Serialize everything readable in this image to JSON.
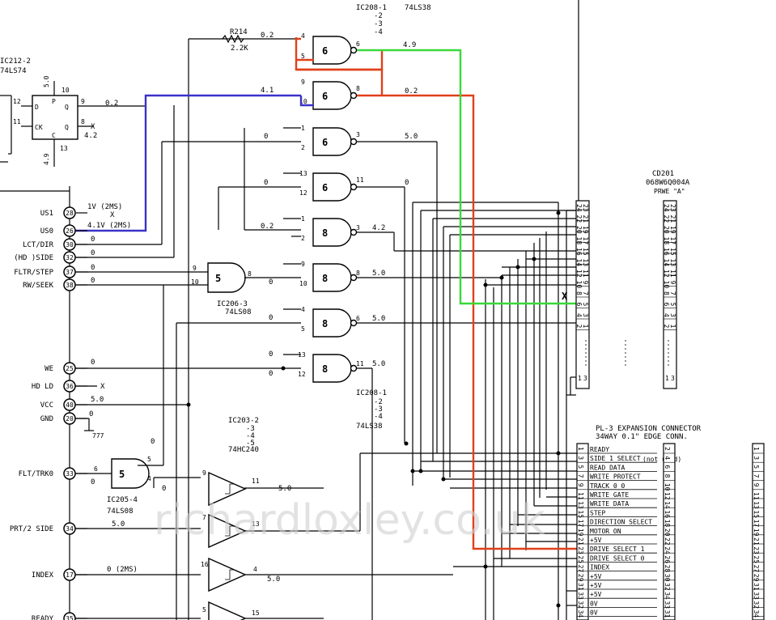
{
  "chips": {
    "ic208_top": "IC208-1",
    "ic208_top_sub": [
      "-2",
      "-3",
      "-4"
    ],
    "ic208_top_type": "74LS38",
    "ic212": "IC212-2",
    "ic212_type": "74LS74",
    "ic206_3": "IC206-3",
    "ic206_3_type": "74LS08",
    "ic208_bot": "IC208-1",
    "ic208_bot_sub": [
      "-2",
      "-3",
      "-4"
    ],
    "ic208_bot_type": "74LS38",
    "ic203": "IC203-2",
    "ic203_sub": [
      "-3",
      "-4",
      "-5"
    ],
    "ic203_type": "74HC240",
    "ic205_4": "IC205-4",
    "ic205_4_type": "74LS08"
  },
  "resistor": {
    "name": "R214",
    "value": "2.2K",
    "voltage": "0.2"
  },
  "gates": {
    "g1": "6",
    "g2": "6",
    "g3": "6",
    "g4": "6",
    "g5": "8",
    "g6": "8",
    "g7": "8",
    "g8": "8",
    "and5": "5",
    "and5b": "5"
  },
  "gate_pins": {
    "g1_in": [
      "4",
      "5"
    ],
    "g1_out": "6",
    "g2_in": [
      "9",
      "10"
    ],
    "g2_out": "8",
    "g3_in": [
      "1",
      "2"
    ],
    "g3_out": "3",
    "g4_in": [
      "13",
      "12"
    ],
    "g4_out": "11",
    "g5_in": [
      "1",
      "2"
    ],
    "g5_out": "3",
    "g6_in": [
      "9",
      "10"
    ],
    "g6_out": "8",
    "g7_in": [
      "4",
      "5"
    ],
    "g7_out": "6",
    "g8_in": [
      "13",
      "12"
    ],
    "g8_out": "11",
    "and_in": [
      "9",
      "10"
    ],
    "and_out": "8",
    "and2_in": "5",
    "and2_pin6": "6",
    "and2_pin4": "4",
    "ff": {
      "d": "12",
      "ck": "11",
      "q": "9",
      "qbar": "8",
      "p": "10",
      "c": "13",
      "q_pin": "10"
    },
    "buf_pins": [
      "9",
      "11",
      "7",
      "13",
      "16",
      "4",
      "5",
      "15"
    ]
  },
  "ff_labels": {
    "D": "D",
    "CK": "CK",
    "Q": "Q",
    "QB": "Q",
    "P": "P",
    "C": "C",
    "top": "5.0",
    "bottom": "4.9"
  },
  "voltages": {
    "g1_out": "4.9",
    "g2_in": "4.1",
    "g2_out": "0.2",
    "g3_in": "0",
    "g3_out": "5.0",
    "g4_in": "0",
    "g4_out": "0",
    "g5_in": "0.2",
    "g5_out": "4.2",
    "ff_q": "0.2",
    "ff_qb": "4.2",
    "and_out": "0",
    "g6_out": "5.0",
    "g7_in": "0",
    "g7_out": "5.0",
    "g8_in1": "0",
    "g8_in2": "0",
    "g8_out": "5.0",
    "buf1": "5.0",
    "buf3": "5.0",
    "and2_in_top": "0",
    "and2_out": "0",
    "and2_in": "0",
    "pin28": "1V (2MS)",
    "pin26": "4.1V (2MS)",
    "pin30": "0",
    "pin32": "0",
    "pin37": "0",
    "pin38": "0",
    "pin25": "0",
    "pin40": "5.0",
    "pin20": "0",
    "pin34": "5.0",
    "pin17": "0 (2MS)"
  },
  "connector_pins": [
    {
      "num": "28",
      "label": "US1",
      "volt_key": "pin28"
    },
    {
      "num": "26",
      "label": "US0",
      "volt_key": "pin26"
    },
    {
      "num": "30",
      "label": "LCT/DIR",
      "volt_key": "pin30"
    },
    {
      "num": "32",
      "label": "(HD )SIDE",
      "volt_key": "pin32"
    },
    {
      "num": "37",
      "label": "FLTR/STEP",
      "volt_key": "pin37"
    },
    {
      "num": "38",
      "label": "RW/SEEK",
      "volt_key": "pin38"
    },
    {
      "num": "25",
      "label": "WE",
      "volt_key": "pin25"
    },
    {
      "num": "36",
      "label": "HD LD",
      "volt_key": ""
    },
    {
      "num": "40",
      "label": "VCC",
      "volt_key": "pin40"
    },
    {
      "num": "20",
      "label": "GND",
      "volt_key": "pin20"
    },
    {
      "num": "33",
      "label": "FLT/TRK0",
      "volt_key": ""
    },
    {
      "num": "34",
      "label": "PRT/2 SIDE",
      "volt_key": "pin34"
    },
    {
      "num": "17",
      "label": "INDEX",
      "volt_key": "pin17"
    },
    {
      "num": "35",
      "label": "READY",
      "volt_key": ""
    }
  ],
  "cd201": {
    "name": "CD201",
    "part": "068W6Q004A",
    "type": "PRWE \"A\"",
    "left_pins": [
      "24",
      "22",
      "20",
      "18",
      "16",
      "14",
      "12",
      "10",
      "8",
      "6",
      "4",
      "2"
    ],
    "mid_pins": [
      "23",
      "21",
      "19",
      "17",
      "15",
      "13",
      "11",
      "9",
      "7",
      "5",
      "3",
      "1"
    ],
    "right_pins": [
      "24",
      "22",
      "20",
      "18",
      "16",
      "14",
      "12",
      "10",
      "8",
      "6",
      "4",
      "2"
    ],
    "bottom_left": [
      "1",
      "3"
    ],
    "bottom_right": [
      "1",
      "3"
    ]
  },
  "pl3": {
    "title": "PL-3 EXPANSION CONNECTOR",
    "subtitle": "34WAY 0.1\" EDGE CONN.",
    "signals": [
      "READY",
      "SIDE 1 SELECT",
      "READ DATA",
      "WRITE PROTECT",
      "TRACK 0 0",
      "WRITE GATE",
      "WRITE DATA",
      "STEP",
      "DIRECTION SELECT",
      "MOTOR ON",
      "+5V",
      "DRIVE SELECT 1",
      "DRIVE SELECT 0",
      "INDEX",
      "+5V",
      "+5V",
      "+5V",
      "0V",
      "0V"
    ],
    "side1_note": "(not used)",
    "left_pins": [
      "1",
      "3",
      "5",
      "7",
      "9",
      "11",
      "13",
      "15",
      "17",
      "19",
      "21",
      "23",
      "25",
      "27",
      "29",
      "31",
      "33",
      "32",
      "34"
    ],
    "mid_pins": [
      "2",
      "4",
      "6",
      "8",
      "10",
      "12",
      "14",
      "16",
      "18",
      "20",
      "22",
      "24",
      "26",
      "28",
      "30",
      "32",
      "34",
      "33",
      "31"
    ],
    "right_pins": [
      "1",
      "3",
      "5",
      "7",
      "9",
      "11",
      "13",
      "15",
      "17",
      "19",
      "21",
      "23",
      "25",
      "27",
      "29",
      "31",
      "33",
      "32",
      "34"
    ]
  },
  "marks": {
    "x": "X",
    "ground": "777"
  },
  "watermark": "richardloxley.co.uk",
  "colors": {
    "red": "#e0401a",
    "green": "#3ad83a",
    "blue": "#3a32c8"
  }
}
